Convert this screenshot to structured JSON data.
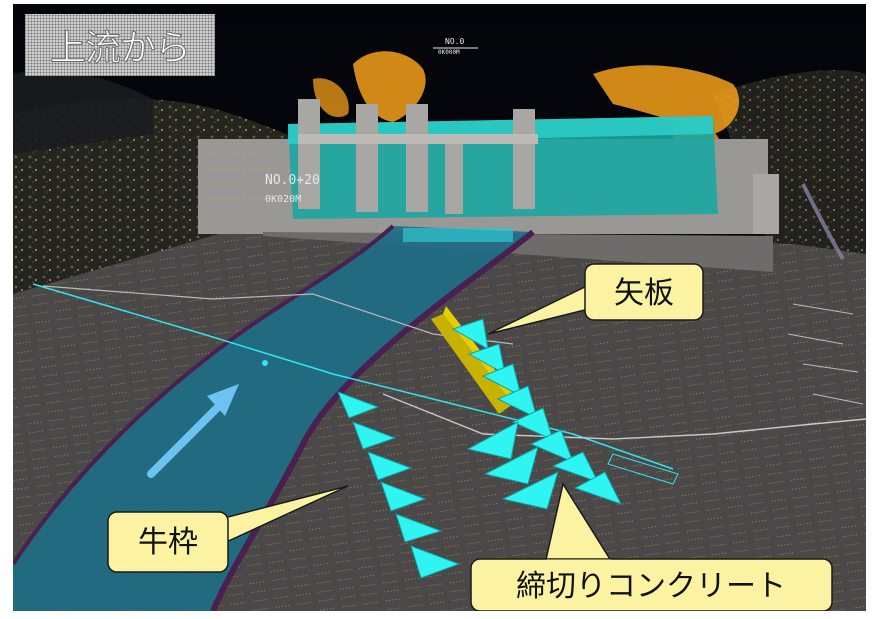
{
  "title": "上流から",
  "station_top": "NO.0",
  "station_top_sub": "0K000M",
  "station_left": "NO.0+20",
  "station_left_sub": "0K020M",
  "callouts": {
    "yaita": "矢板",
    "ushiwaku": "牛枠",
    "shimekiri": "締切りコンクリート"
  },
  "colors": {
    "river": "#1e6e86",
    "accent_cyan": "#2ff4f2",
    "callout_fill": "#fbf3a2",
    "sheet_pile": "#c8b200",
    "flow_arrow": "#6cc3f2"
  }
}
